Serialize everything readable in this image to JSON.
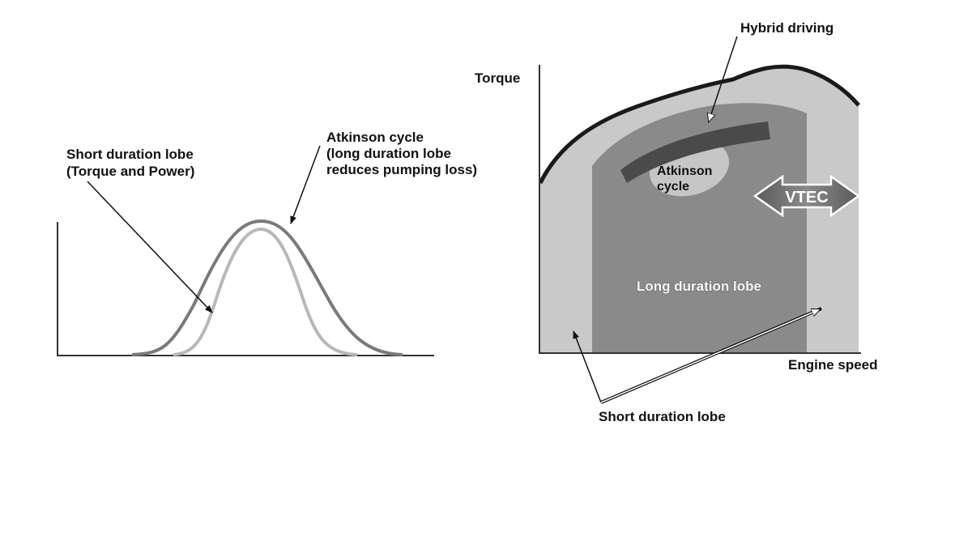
{
  "left_diagram": {
    "label_short_duration_lines": [
      "Short duration lobe",
      "(Torque and Power)"
    ],
    "label_atkinson_lines": [
      "Atkinson cycle",
      "(long duration lobe",
      "reduces pumping loss)"
    ]
  },
  "right_diagram": {
    "axis_y_label": "Torque",
    "axis_x_label": "Engine speed",
    "label_hybrid_driving": "Hybrid driving",
    "label_atkinson_region_lines": [
      "Atkinson",
      "cycle"
    ],
    "label_vtec": "VTEC",
    "label_long_duration": "Long duration lobe",
    "label_short_duration": "Short duration lobe"
  },
  "colors": {
    "dark_curve": "#7a7a7a",
    "light_curve": "#b8b8b8",
    "outer_region": "#c9c9c9",
    "long_region": "#8a8a8a",
    "atkinson_region": "#c6c6c6",
    "hybrid_band": "#4a4a4a",
    "torque_curve": "#1a1a1a",
    "vtec_arrow": "#6a6a6a"
  }
}
